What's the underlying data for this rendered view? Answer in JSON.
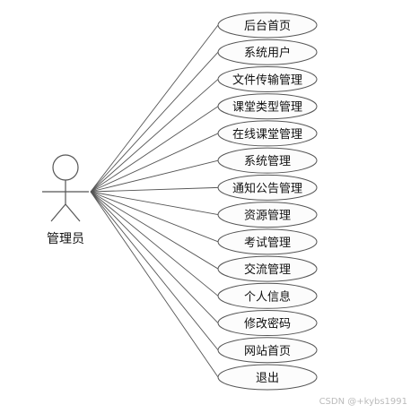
{
  "actor": {
    "label": "管理员"
  },
  "use_cases": [
    {
      "label": "后台首页"
    },
    {
      "label": "系统用户"
    },
    {
      "label": "文件传输管理"
    },
    {
      "label": "课堂类型管理"
    },
    {
      "label": "在线课堂管理"
    },
    {
      "label": "系统管理"
    },
    {
      "label": "通知公告管理"
    },
    {
      "label": "资源管理"
    },
    {
      "label": "考试管理"
    },
    {
      "label": "交流管理"
    },
    {
      "label": "个人信息"
    },
    {
      "label": "修改密码"
    },
    {
      "label": "网站首页"
    },
    {
      "label": "退出"
    }
  ],
  "watermark": "CSDN @+kybs1991",
  "colors": {
    "ellipse_fill": "#fcfcfc",
    "stroke": "#555555",
    "text": "#111111",
    "watermark": "#bbbbbb"
  }
}
